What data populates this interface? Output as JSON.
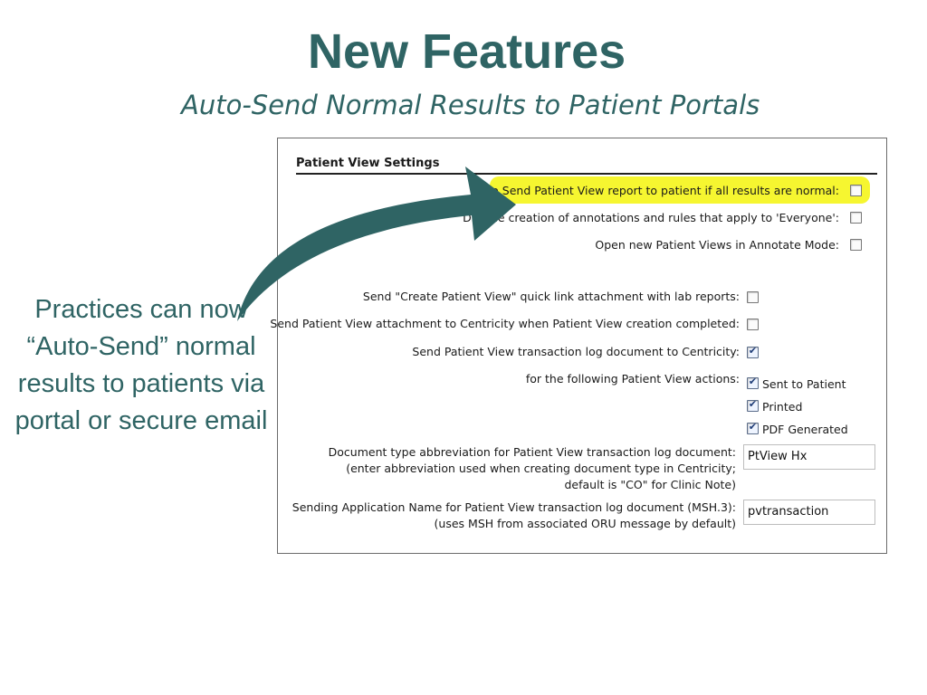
{
  "slide": {
    "title": "New Features",
    "subtitle": "Auto-Send Normal Results to Patient Portals",
    "callout": "Practices can now “Auto-Send” normal results to patients via portal or secure email"
  },
  "colors": {
    "title": "#2f6464",
    "arrow": "#2f6464",
    "highlight": "#f6f630"
  },
  "panel": {
    "title": "Patient View Settings",
    "settings": [
      {
        "label": "Auto Send Patient View report to patient if all results are normal:",
        "checked": false,
        "highlighted": true
      },
      {
        "label": "Disable creation of annotations and rules that apply to 'Everyone':",
        "checked": false
      },
      {
        "label": "Open new Patient Views in Annotate Mode:",
        "checked": false
      },
      {
        "label": "Send \"Create Patient View\" quick link attachment with lab reports:",
        "checked": false
      },
      {
        "label": "Send Patient View attachment to Centricity when Patient View creation completed:",
        "checked": false
      },
      {
        "label": "Send Patient View transaction log document to Centricity:",
        "checked": true
      }
    ],
    "actions": {
      "label": "for the following Patient View actions:",
      "options": [
        {
          "label": "Sent to Patient",
          "checked": true
        },
        {
          "label": "Printed",
          "checked": true
        },
        {
          "label": "PDF Generated",
          "checked": true
        }
      ]
    },
    "doc_type": {
      "line1": "Document type abbreviation for Patient View transaction log document:",
      "line2": "(enter abbreviation used when creating document type in Centricity;",
      "line3": "default is \"CO\" for Clinic Note)",
      "value": "PtView Hx"
    },
    "sending_app": {
      "line1": "Sending Application Name for Patient View transaction log document (MSH.3):",
      "line2": "(uses MSH from associated ORU message by default)",
      "value": "pvtransaction"
    }
  }
}
